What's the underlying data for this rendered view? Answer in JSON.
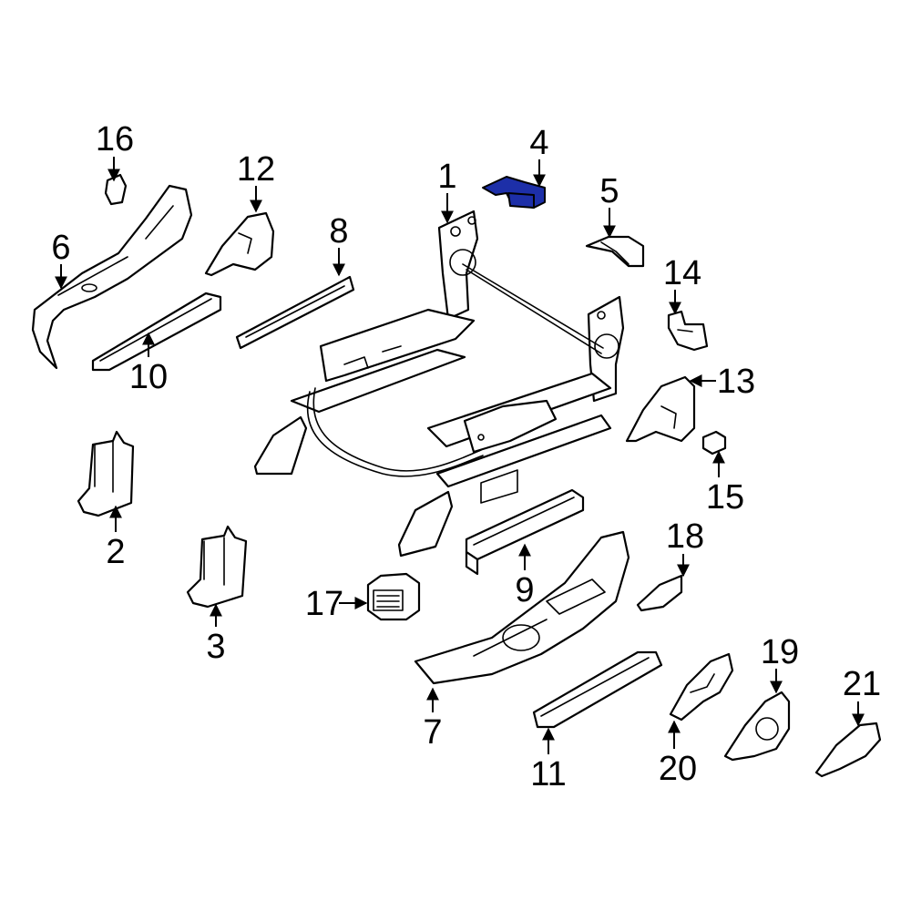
{
  "diagram": {
    "highlight_color": "#1d2fa8",
    "callouts": {
      "c1": "1",
      "c2": "2",
      "c3": "3",
      "c4": "4",
      "c5": "5",
      "c6": "6",
      "c7": "7",
      "c8": "8",
      "c9": "9",
      "c10": "10",
      "c11": "11",
      "c12": "12",
      "c13": "13",
      "c14": "14",
      "c15": "15",
      "c16": "16",
      "c17": "17",
      "c18": "18",
      "c19": "19",
      "c20": "20",
      "c21": "21"
    }
  }
}
